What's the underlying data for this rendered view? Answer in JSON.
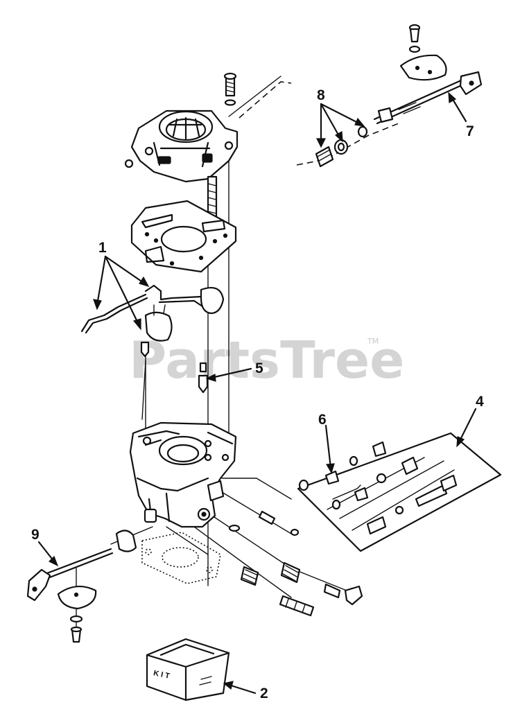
{
  "watermark": {
    "text": "PartsTree",
    "trademark": "TM"
  },
  "callouts": {
    "c1": "1",
    "c2": "2",
    "c4": "4",
    "c5": "5",
    "c6": "6",
    "c7": "7",
    "c8": "8",
    "c9": "9"
  },
  "kit_box": {
    "label": "KIT"
  }
}
